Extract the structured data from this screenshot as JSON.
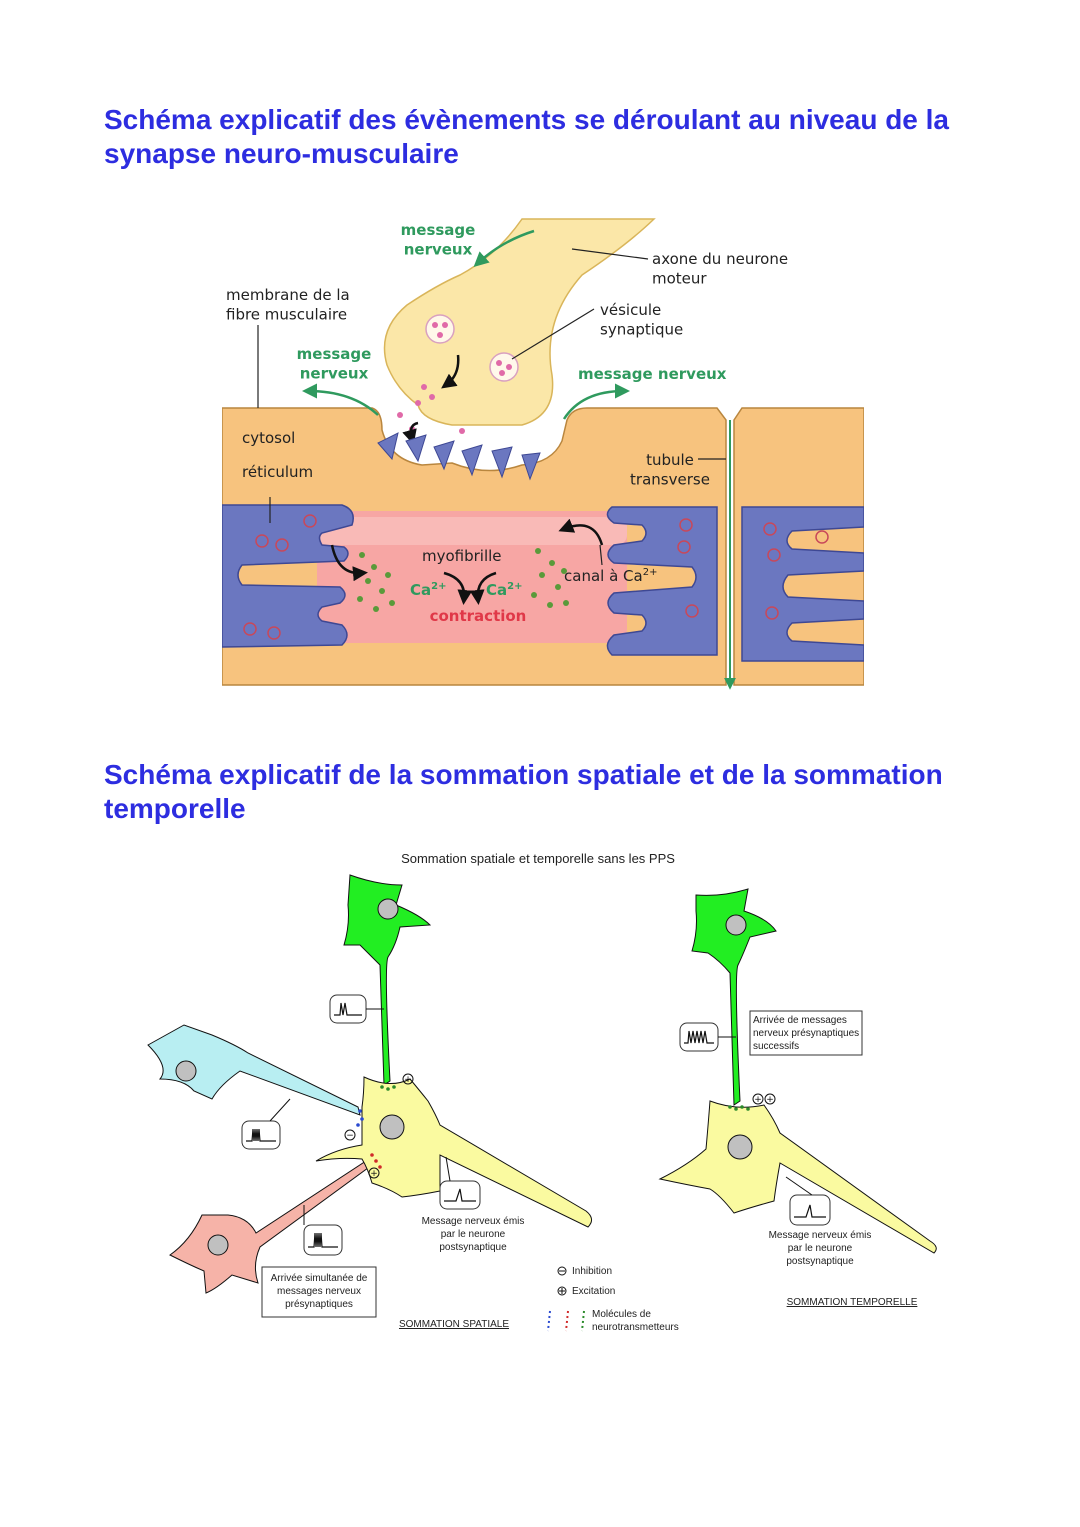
{
  "section1": {
    "title": "Schéma explicatif des évènements se déroulant au niveau de la synapse neuro-musculaire",
    "labels": {
      "message_nerveux_top": "message\nnerveux",
      "axone": "axone du neurone\nmoteur",
      "membrane": "membrane de la\nfibre musculaire",
      "vesicule": "vésicule\nsynaptique",
      "message_nerveux_left": "message\nnerveux",
      "message_nerveux_right": "message nerveux",
      "cytosol": "cytosol",
      "reticulum": "réticulum",
      "tubule": "tubule\ntransverse",
      "myofibrille": "myofibrille",
      "canal": "canal à Ca",
      "canal_sup": "2+",
      "ca_left": "Ca",
      "ca_left_sup": "2+",
      "ca_right": "Ca",
      "ca_right_sup": "2+",
      "contraction": "contraction"
    },
    "colors": {
      "axon": "#fbe7a8",
      "cytosol": "#f7c37e",
      "reticulum": "#6b77c0",
      "myofibril": "#f7a6a4",
      "arrow_green": "#2f9a5e",
      "contraction": "#e03848"
    }
  },
  "section2": {
    "title": "Schéma explicatif de la sommation spatiale et de la sommation temporelle",
    "labels": {
      "top_caption": "Sommation spatiale et temporelle sans les PPS",
      "left_box": "Arrivée simultanée de\nmessages nerveux\nprésynaptiques",
      "left_message": "Message nerveux émis\npar le neurone\npostsynaptique",
      "sommation_spatiale": "SOMMATION SPATIALE",
      "legend_inhibition": "Inhibition",
      "legend_excitation": "Excitation",
      "legend_molecules": "Molécules de\nneurotransmetteurs",
      "right_box": "Arrivée de messages\nnerveux présynaptiques\nsuccessifs",
      "right_message": "Message nerveux émis\npar le neurone\npostsynaptique",
      "sommation_temporelle": "SOMMATION TEMPORELLE",
      "minus": "−",
      "plus": "+"
    },
    "colors": {
      "green_neuron": "#22ee22",
      "blue_neuron": "#b8eef2",
      "pink_neuron": "#f6b3a8",
      "yellow_neuron": "#fafaa0"
    }
  }
}
